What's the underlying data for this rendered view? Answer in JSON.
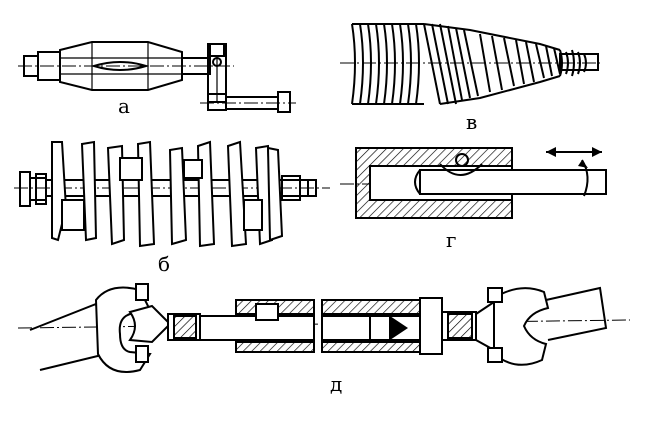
{
  "figure": {
    "labels": {
      "a": "а",
      "b": "б",
      "v": "в",
      "g": "г",
      "d": "д"
    },
    "colors": {
      "line": "#000000",
      "background": "#ffffff"
    }
  }
}
